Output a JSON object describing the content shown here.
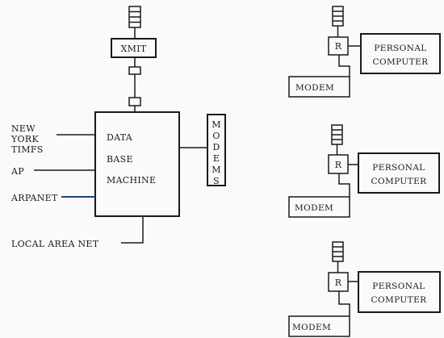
{
  "sources": {
    "nyt_line1": "NEW",
    "nyt_line2": "YORK",
    "nyt_line3": "TIMFS",
    "ap": "AP",
    "arpanet": "ARPANET",
    "lan": "LOCAL AREA NET"
  },
  "hub": {
    "xmit": "XMIT",
    "db_line1": "DATA",
    "db_line2": "BASE",
    "db_line3": "MACHINE",
    "modems_letters": [
      "M",
      "O",
      "D",
      "E",
      "M",
      "S"
    ]
  },
  "stations": [
    {
      "receiver": "R",
      "pc_line1": "PERSONAL",
      "pc_line2": "COMPUTER",
      "modem": "MODEM"
    },
    {
      "receiver": "R",
      "pc_line1": "PERSONAL",
      "pc_line2": "COMPUTER",
      "modem": "MODEM"
    },
    {
      "receiver": "R",
      "pc_line1": "PERSONAL",
      "pc_line2": "COMPUTER",
      "modem": "MODEM"
    }
  ],
  "colors": {
    "ink": "#1a1a1a",
    "arpanet_line": "#1e3f8c",
    "paper": "#fbfaf8"
  }
}
